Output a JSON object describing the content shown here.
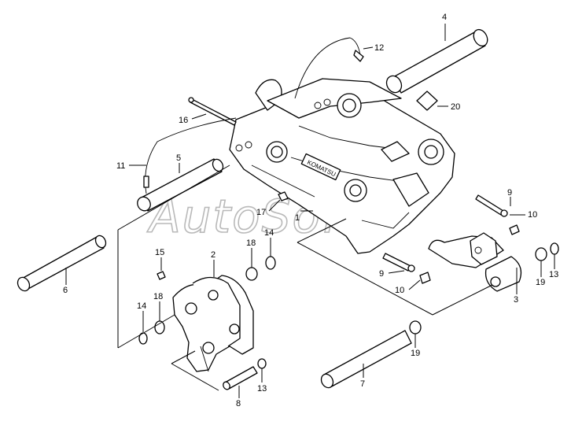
{
  "watermark": "AutoSoft",
  "plate_text": "KOMATSU",
  "callouts": [
    {
      "id": "c4",
      "text": "4"
    },
    {
      "id": "c12",
      "text": "12"
    },
    {
      "id": "c20",
      "text": "20"
    },
    {
      "id": "c16",
      "text": "16"
    },
    {
      "id": "c5",
      "text": "5"
    },
    {
      "id": "c11",
      "text": "11"
    },
    {
      "id": "c9a",
      "text": "9"
    },
    {
      "id": "c10a",
      "text": "10"
    },
    {
      "id": "c17",
      "text": "17"
    },
    {
      "id": "c1",
      "text": "1"
    },
    {
      "id": "c18a",
      "text": "18"
    },
    {
      "id": "c14a",
      "text": "14"
    },
    {
      "id": "c15",
      "text": "15"
    },
    {
      "id": "c2",
      "text": "2"
    },
    {
      "id": "c9b",
      "text": "9"
    },
    {
      "id": "c10b",
      "text": "10"
    },
    {
      "id": "c19a",
      "text": "19"
    },
    {
      "id": "c13a",
      "text": "13"
    },
    {
      "id": "c3",
      "text": "3"
    },
    {
      "id": "c6",
      "text": "6"
    },
    {
      "id": "c14b",
      "text": "14"
    },
    {
      "id": "c18b",
      "text": "18"
    },
    {
      "id": "c19b",
      "text": "19"
    },
    {
      "id": "c13b",
      "text": "13"
    },
    {
      "id": "c7",
      "text": "7"
    },
    {
      "id": "c8",
      "text": "8"
    }
  ]
}
